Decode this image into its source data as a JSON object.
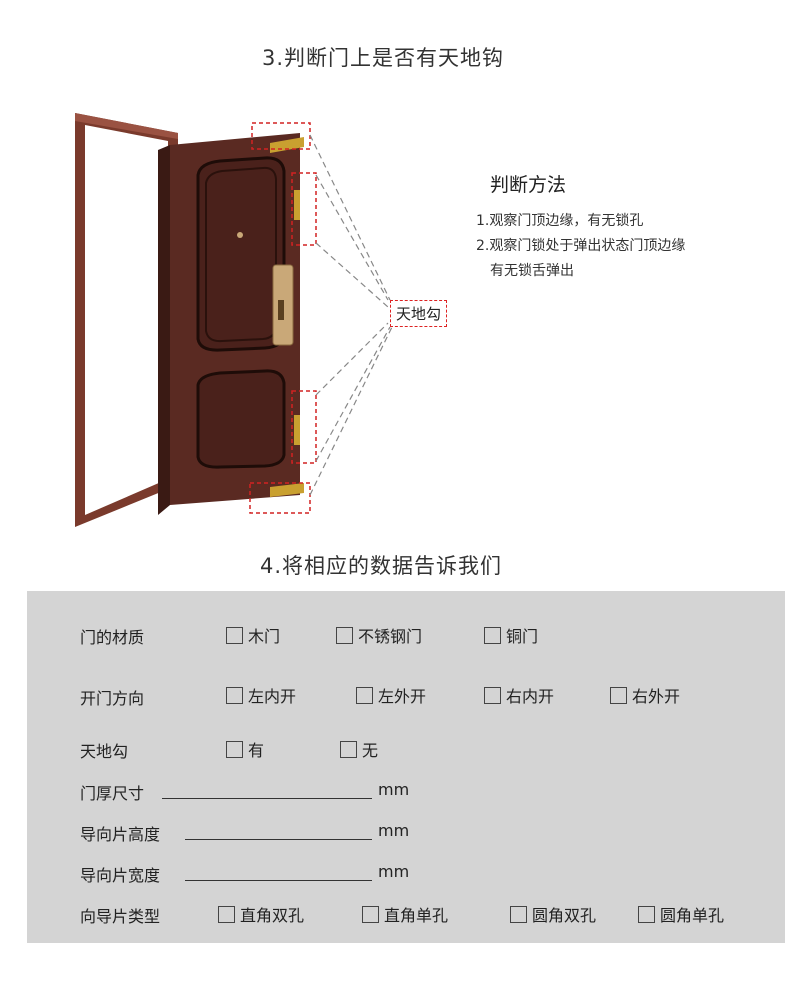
{
  "section3": {
    "title": "3.判断门上是否有天地钩",
    "method_title": "判断方法",
    "method_lines": [
      "1.观察门顶边缘，有无锁孔",
      "2.观察门锁处于弹出状态门顶边缘",
      "有无锁舌弹出"
    ],
    "hook_label": "天地勾"
  },
  "section4": {
    "title": "4.将相应的数据告诉我们"
  },
  "form": {
    "material": {
      "label": "门的材质",
      "options": [
        "木门",
        "不锈钢门",
        "铜门"
      ]
    },
    "direction": {
      "label": "开门方向",
      "options": [
        "左内开",
        "左外开",
        "右内开",
        "右外开"
      ]
    },
    "hook": {
      "label": "天地勾",
      "options": [
        "有",
        "无"
      ]
    },
    "thickness": {
      "label": "门厚尺寸",
      "unit": "mm"
    },
    "guide_height": {
      "label": "导向片高度",
      "unit": "mm"
    },
    "guide_width": {
      "label": "导向片宽度",
      "unit": "mm"
    },
    "guide_type": {
      "label": "向导片类型",
      "options": [
        "直角双孔",
        "直角单孔",
        "圆角双孔",
        "圆角单孔"
      ]
    }
  },
  "colors": {
    "door_body": "#5a2a22",
    "frame": "#7a3a2c",
    "dashed_marker": "#d22222",
    "panel_bg": "#d4d4d4",
    "lock_gold": "#c9a878"
  }
}
